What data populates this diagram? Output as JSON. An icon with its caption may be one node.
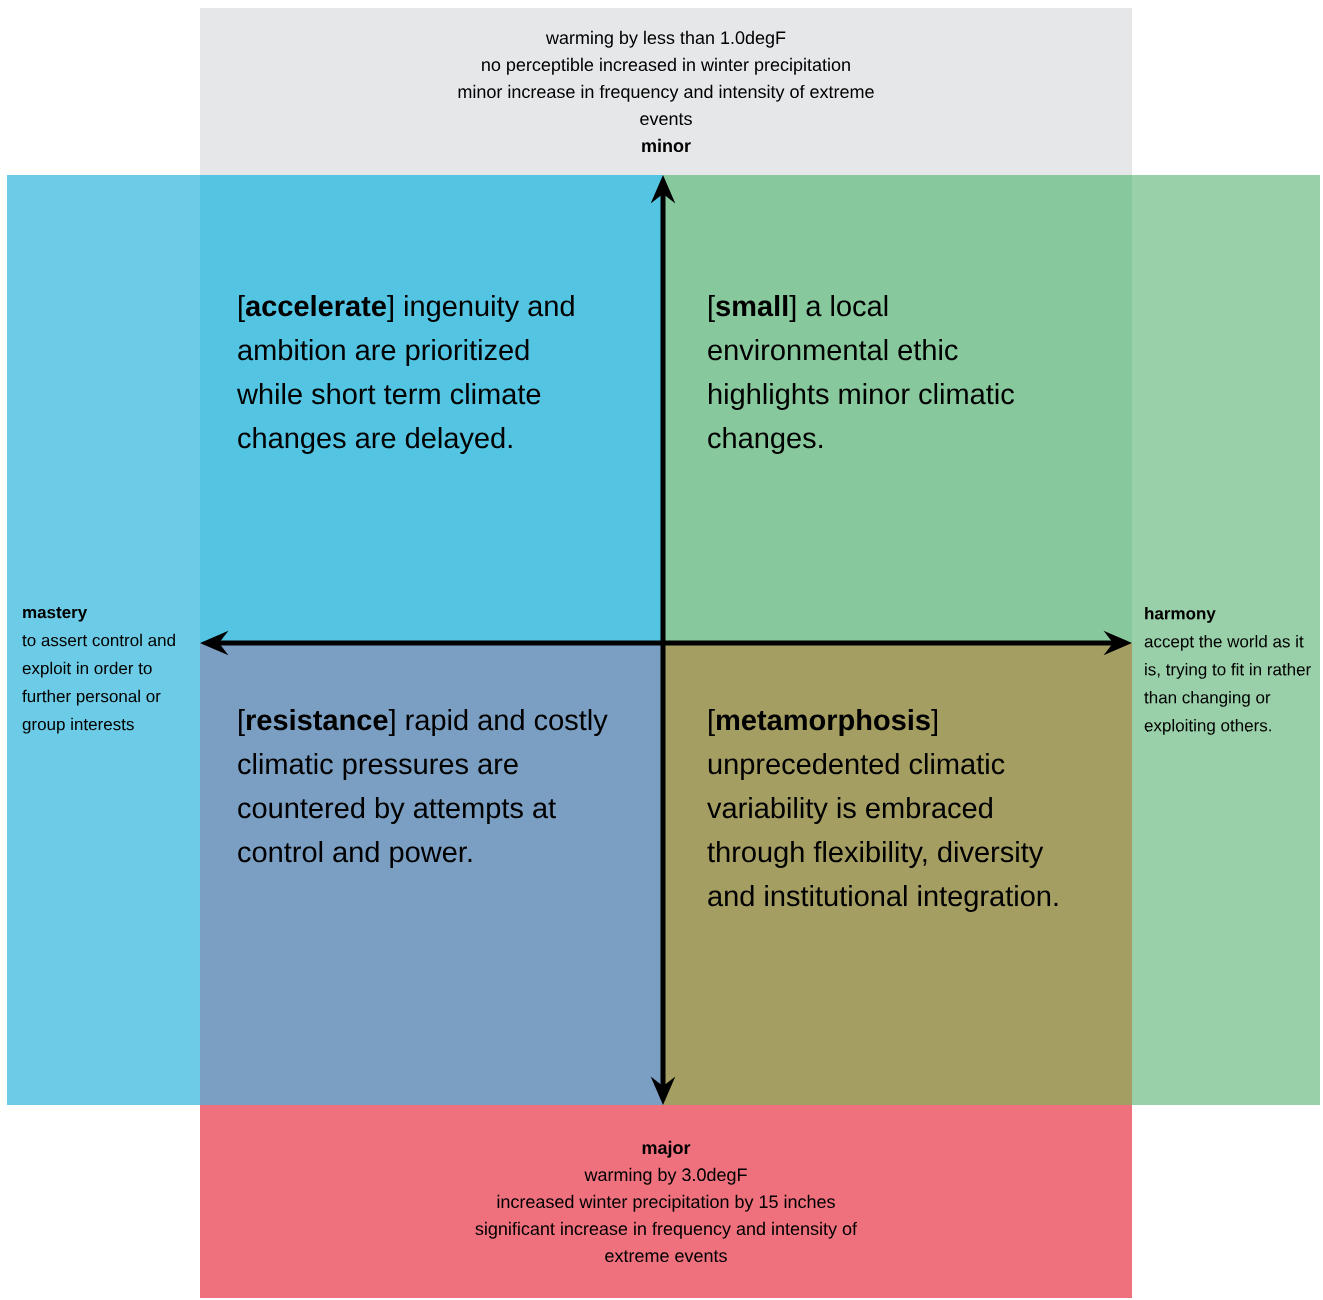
{
  "diagram": {
    "nodes": [
      {
        "text": [
          "warming by less than 1.0degF",
          "no perceptible increased in winter precipitation",
          "minor increase in frequency and intensity of extreme events",
          "minor"
        ]
      },
      {
        "text": [
          "mastery",
          "to assert control and exploit in order to further personal or group interests"
        ]
      },
      {
        "text": [
          "[**accelerate**] ingenuity and ambition are prioritized while short term climate changes are delayed."
        ]
      },
      {
        "text": [
          "[**small**] a local environmental ethic highlights minor climatic changes."
        ]
      },
      {
        "text": [
          "harmony",
          "accept the world as it is, trying to fit in rather than changing or exploiting others."
        ]
      },
      {
        "text": [
          "[**resistance**] rapid and costly climatic pressures are countered by attempts at control and power."
        ]
      },
      {
        "text": [
          "[**metamorphosis**] unprecedented climatic variability is embraced through flexibility, diversity and institutional integration."
        ]
      },
      {
        "text": [
          "major",
          "warming by 3.0degF",
          "increased winter precipitation by 15 inches",
          "significant increase in frequency and intensity of extreme events"
        ]
      }
    ],
    "edges": [
      {
        "from": 0,
        "to": 7,
        "arrow": "both"
      },
      {
        "from": 1,
        "to": 4,
        "arrow": "both"
      }
    ]
  }
}
